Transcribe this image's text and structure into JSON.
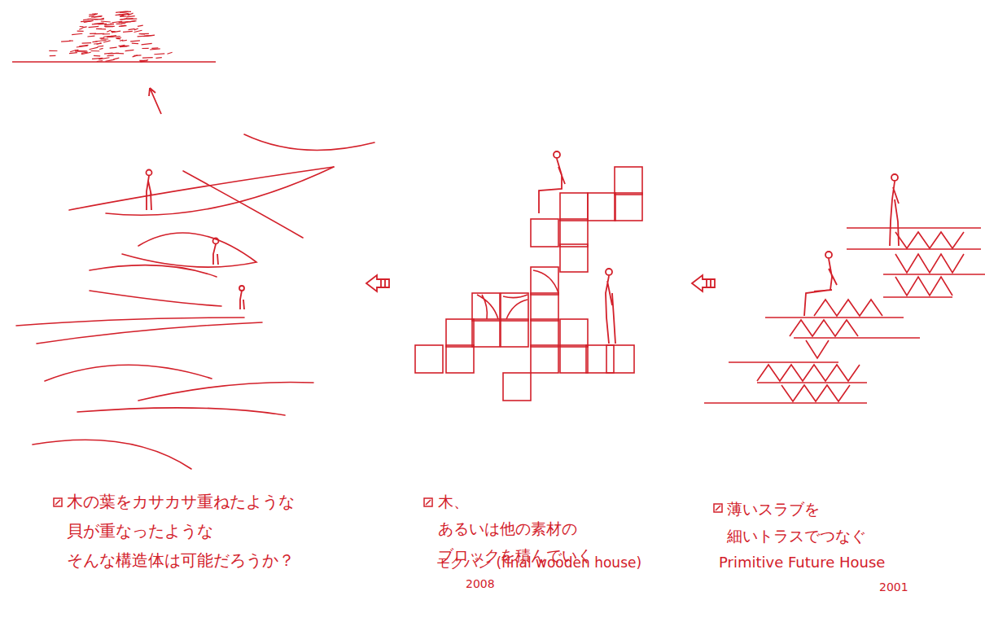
{
  "diagram": {
    "labels": [
      "木の葉をカサカサ重ねたような 貝が重なったような そんな構造体は可能だろうか？",
      "木、あるいは他の素材の ブロックを積んでいく",
      "モクバン (final wooden house)",
      "2008",
      "薄いスラブを 細いトラスでつなぐ",
      "Primitive Future House",
      "2001"
    ]
  }
}
